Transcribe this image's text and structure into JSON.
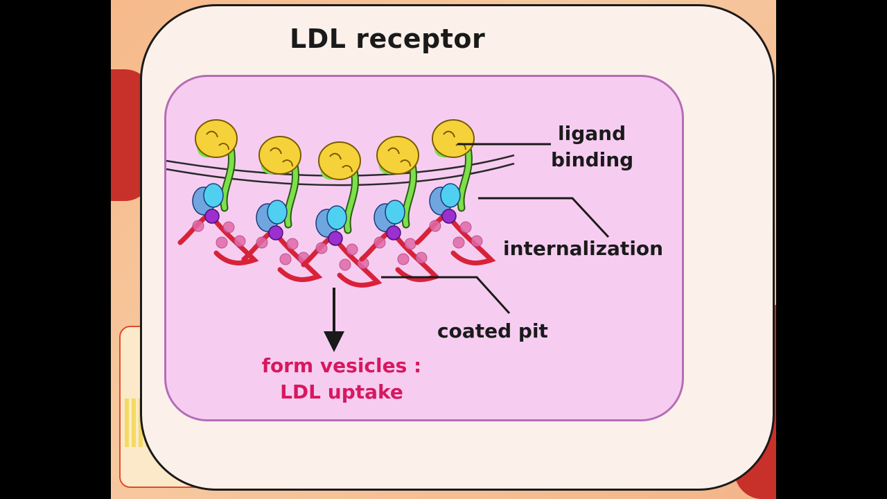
{
  "title": "LDL receptor",
  "labels": {
    "ligand_line1": "ligand",
    "ligand_line2": "binding",
    "internalization": "internalization",
    "coated_pit": "coated pit",
    "result_line1": "form vesicles :",
    "result_line2": "LDL uptake"
  },
  "receptor_count": 5,
  "colors": {
    "background": "#000000",
    "slide_bg": "#f6b98a",
    "card_bg": "#fbf1ea",
    "panel_bg": "#f6cdf1",
    "panel_border": "#b56cb6",
    "ligand_yellow": "#f6d23a",
    "stalk_green": "#7de04a",
    "domain_cyan": "#4fd0f0",
    "domain_blue": "#6fa6e0",
    "tail_purple": "#9b2fd0",
    "tail_red": "#d8223a",
    "coat_pink": "#e06aa8",
    "result_text": "#d6195e"
  }
}
